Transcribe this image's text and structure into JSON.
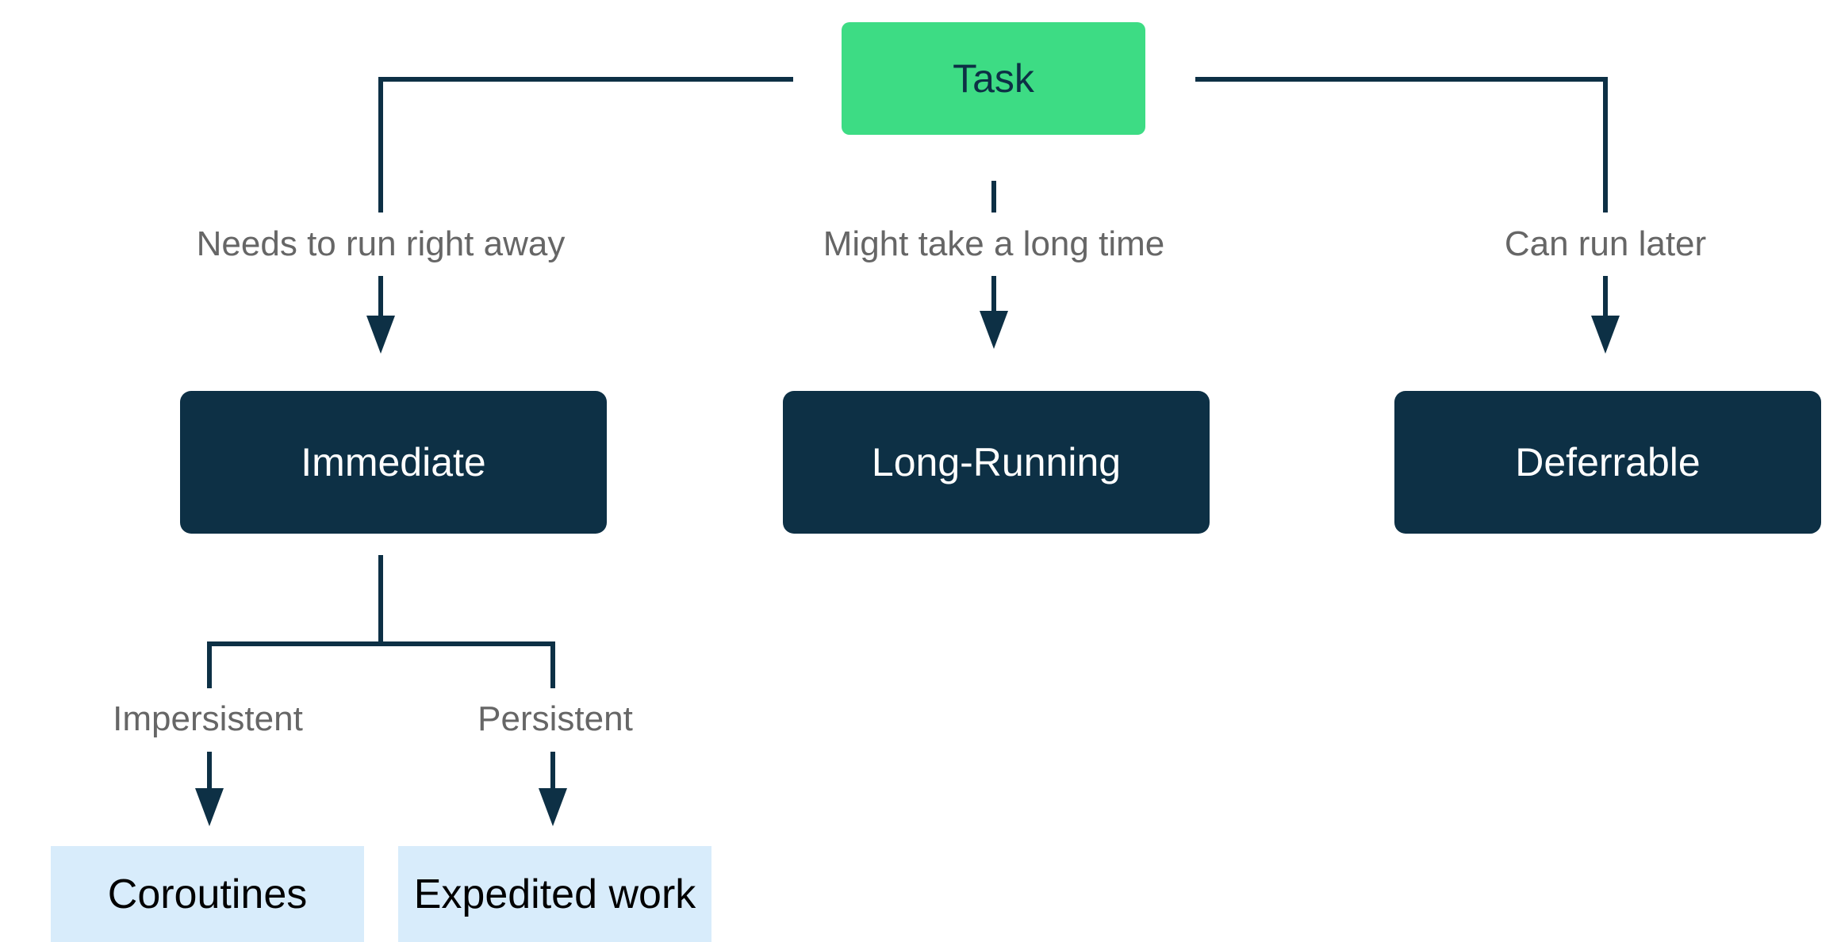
{
  "colors": {
    "root_fill": "#3ddc84",
    "category_fill": "#0d3045",
    "leaf_fill": "#d8ecfb",
    "connector": "#0d3045",
    "edge_label_text": "#666666"
  },
  "root": {
    "label": "Task"
  },
  "branches": [
    {
      "edge_label": "Needs to run right away",
      "category": "Immediate"
    },
    {
      "edge_label": "Might take a long time",
      "category": "Long-Running"
    },
    {
      "edge_label": "Can run later",
      "category": "Deferrable"
    }
  ],
  "immediate_children": [
    {
      "edge_label": "Impersistent",
      "leaf": "Coroutines"
    },
    {
      "edge_label": "Persistent",
      "leaf": "Expedited work"
    }
  ]
}
